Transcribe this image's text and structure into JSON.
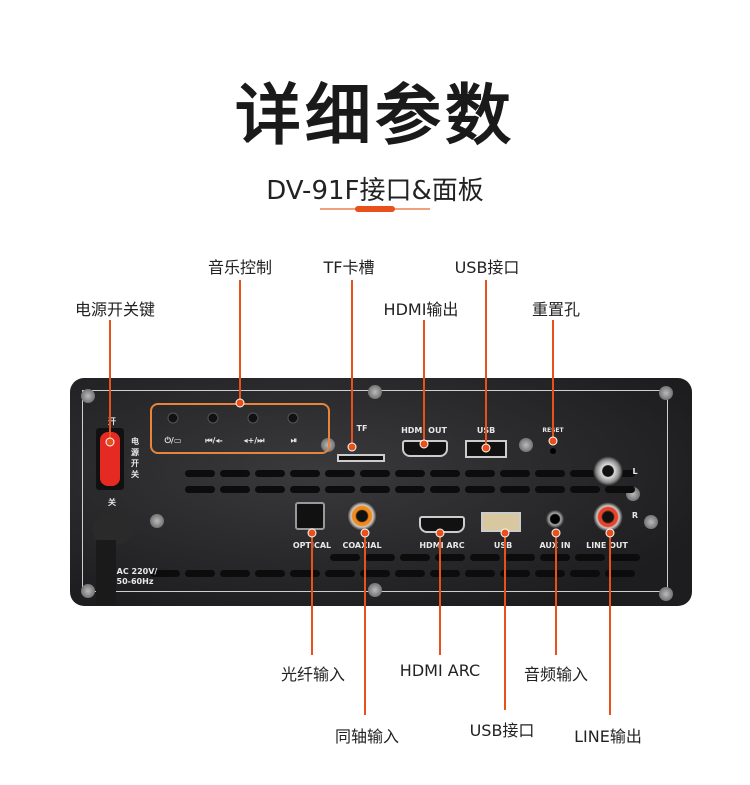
{
  "header": {
    "title": "详细参数",
    "subtitle": "DV-91F接口&面板"
  },
  "accent_color": "#e8501c",
  "callouts_top": [
    {
      "label": "电源开关键"
    },
    {
      "label": "音乐控制"
    },
    {
      "label": "TF卡槽"
    },
    {
      "label": "HDMI输出"
    },
    {
      "label": "USB接口"
    },
    {
      "label": "重置孔"
    }
  ],
  "callouts_bottom": [
    {
      "label": "光纤输入"
    },
    {
      "label": "同轴输入"
    },
    {
      "label": "HDMI ARC"
    },
    {
      "label": "USB接口"
    },
    {
      "label": "音频输入"
    },
    {
      "label": "LINE输出"
    }
  ],
  "panel": {
    "switch_on": "开",
    "switch_off": "关",
    "switch_name": "电源开关",
    "power_spec_1": "AC 220V/",
    "power_spec_2": "50-60Hz",
    "music_buttons": [
      "⏻/▭",
      "⏮/◂-",
      "◂+/⏭",
      "⏯"
    ],
    "tf": "TF",
    "hdmi_out": "HDMI OUT",
    "usb_top": "USB",
    "reset": "RESET",
    "optical": "OPTICAL",
    "coaxial": "COAXIAL",
    "hdmi_arc": "HDMI ARC",
    "usb_bottom": "USB",
    "aux_in": "AUX IN",
    "line_out": "LINE OUT",
    "left": "L",
    "right": "R"
  }
}
